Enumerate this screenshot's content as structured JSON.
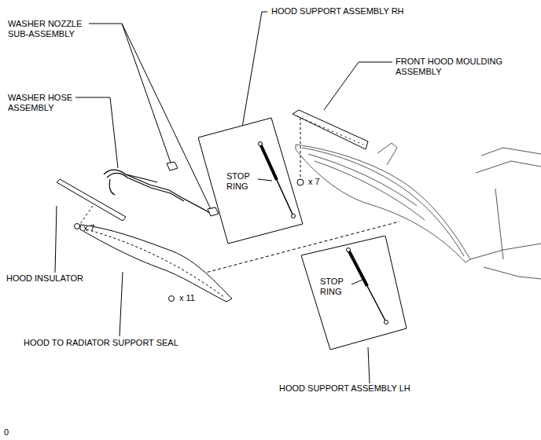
{
  "diagram": {
    "nodes": [
      {
        "text": [
          "STOP RING"
        ]
      },
      {
        "text": [
          "STOP RING"
        ]
      }
    ],
    "labels": [
      "WASHER NOZZLE SUB-ASSEMBLY",
      "HOOD SUPPORT ASSEMBLY RH",
      "FRONT HOOD MOULDING ASSEMBLY",
      "WASHER HOSE ASSEMBLY",
      "x 7",
      "x 7",
      "HOOD INSULATOR",
      "x 11",
      "HOOD TO RADIATOR SUPPORT SEAL",
      "HOOD SUPPORT ASSEMBLY LH",
      "0"
    ]
  }
}
